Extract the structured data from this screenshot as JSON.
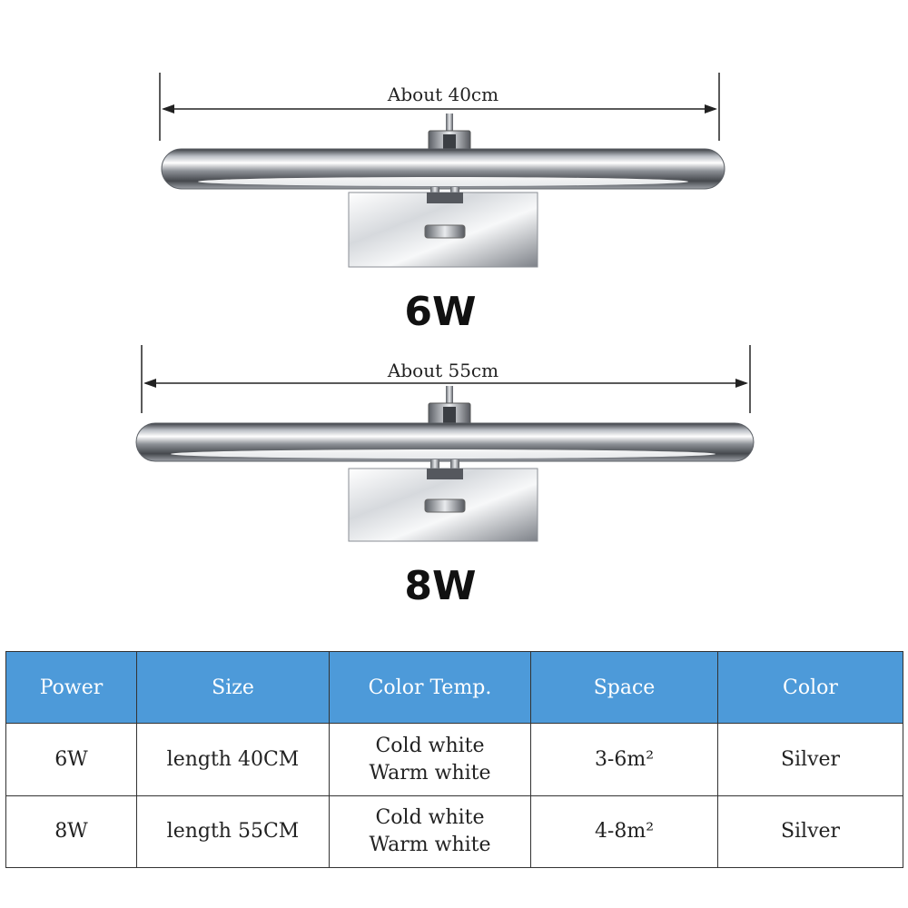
{
  "products": [
    {
      "dimension_label": "About 40cm",
      "watt_label": "6W"
    },
    {
      "dimension_label": "About 55cm",
      "watt_label": "8W"
    }
  ],
  "colors": {
    "header_bg": "#4d9ad9",
    "header_text": "#ffffff",
    "border": "#333333"
  },
  "table": {
    "headers": [
      "Power",
      "Size",
      "Color Temp.",
      "Space",
      "Color"
    ],
    "rows": [
      {
        "power": "6W",
        "size": "length 40CM",
        "temp_1": "Cold white",
        "temp_2": "Warm white",
        "space": "3-6m²",
        "color": "Silver"
      },
      {
        "power": "8W",
        "size": "length 55CM",
        "temp_1": "Cold white",
        "temp_2": "Warm white",
        "space": "4-8m²",
        "color": "Silver"
      }
    ]
  }
}
